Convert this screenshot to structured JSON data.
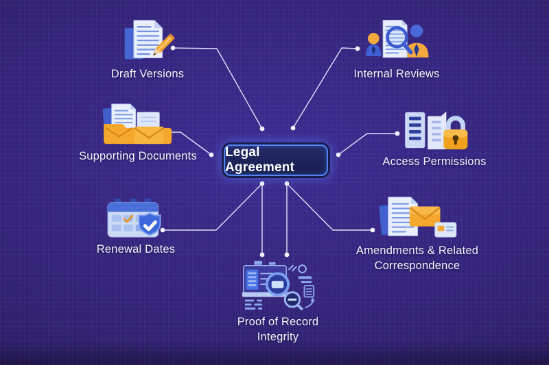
{
  "diagram": {
    "title_node": {
      "label": "Legal Agreement"
    },
    "nodes": [
      {
        "id": "draft-versions",
        "label": "Draft Versions",
        "icon": "document-pencil-icon"
      },
      {
        "id": "internal-reviews",
        "label": "Internal Reviews",
        "icon": "document-magnifier-people-icon"
      },
      {
        "id": "supporting-documents",
        "label": "Supporting Documents",
        "icon": "folder-envelope-documents-icon"
      },
      {
        "id": "access-permissions",
        "label": "Access Permissions",
        "icon": "documents-padlock-icon"
      },
      {
        "id": "renewal-dates",
        "label": "Renewal Dates",
        "icon": "calendar-shield-check-icon"
      },
      {
        "id": "amendments-correspondence",
        "label": "Amendments & Related Correspondence",
        "icon": "document-envelope-card-icon"
      },
      {
        "id": "proof-record-integrity",
        "label": "Proof of Record Integrity",
        "icon": "audit-dashboard-magnifiers-icon"
      }
    ],
    "edges": [
      {
        "from": "legal-agreement",
        "to": "draft-versions"
      },
      {
        "from": "legal-agreement",
        "to": "internal-reviews"
      },
      {
        "from": "legal-agreement",
        "to": "supporting-documents"
      },
      {
        "from": "legal-agreement",
        "to": "access-permissions"
      },
      {
        "from": "legal-agreement",
        "to": "renewal-dates"
      },
      {
        "from": "legal-agreement",
        "to": "amendments-correspondence"
      },
      {
        "from": "legal-agreement",
        "to": "proof-record-integrity"
      }
    ],
    "colors": {
      "background": "#342479",
      "central_node_fill": "#1b2156",
      "central_node_border": "#5585f2",
      "connector": "#e9ecff",
      "label_text": "#f3f3fa",
      "icon_blue": "#4a6fd8",
      "icon_light": "#e9effc",
      "icon_orange": "#f2a93b"
    }
  }
}
